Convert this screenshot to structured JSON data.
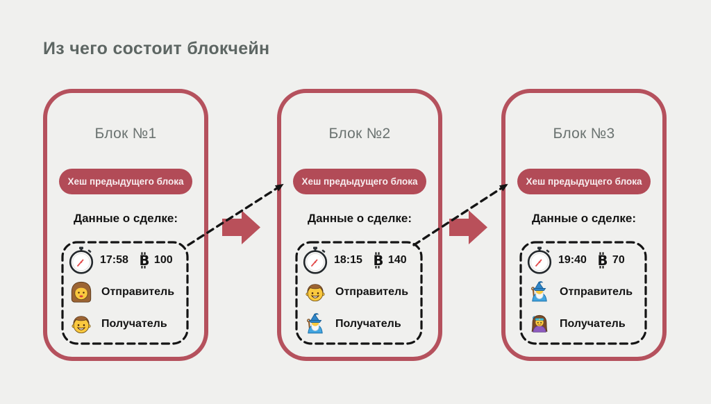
{
  "page": {
    "title": "Из чего состоит блокчейн",
    "colors": {
      "background": "#f0f0ee",
      "card_border_red": "#b5515d",
      "pill_red": "#b24b57",
      "solid_arrow_red": "#b9505a",
      "dashed_arrow_black": "#141414",
      "title_gray": "#5d6663",
      "block_title_gray": "#6a7270",
      "text_black": "#131313"
    }
  },
  "blocks": [
    {
      "title": "Блок №1",
      "hash_label": "Хеш предыдущего блока",
      "deal_label": "Данные о сделке:",
      "transaction": {
        "time_icon": "stopwatch-icon",
        "time": "17:58",
        "currency_icon": "bitcoin-icon",
        "amount": "100",
        "sender": {
          "icon": "woman-icon",
          "label": "Отправитель"
        },
        "receiver": {
          "icon": "man-icon",
          "label": "Получатель"
        }
      }
    },
    {
      "title": "Блок №2",
      "hash_label": "Хеш предыдущего блока",
      "deal_label": "Данные о сделке:",
      "transaction": {
        "time_icon": "stopwatch-icon",
        "time": "18:15",
        "currency_icon": "bitcoin-icon",
        "amount": "140",
        "sender": {
          "icon": "man-icon",
          "label": "Отправитель"
        },
        "receiver": {
          "icon": "wizard-icon",
          "label": "Получатель"
        }
      }
    },
    {
      "title": "Блок №3",
      "hash_label": "Хеш предыдущего блока",
      "deal_label": "Данные о сделке:",
      "transaction": {
        "time_icon": "stopwatch-icon",
        "time": "19:40",
        "currency_icon": "bitcoin-icon",
        "amount": "70",
        "sender": {
          "icon": "wizard-icon",
          "label": "Отправитель"
        },
        "receiver": {
          "icon": "sorceress-icon",
          "label": "Получатель"
        }
      }
    }
  ]
}
